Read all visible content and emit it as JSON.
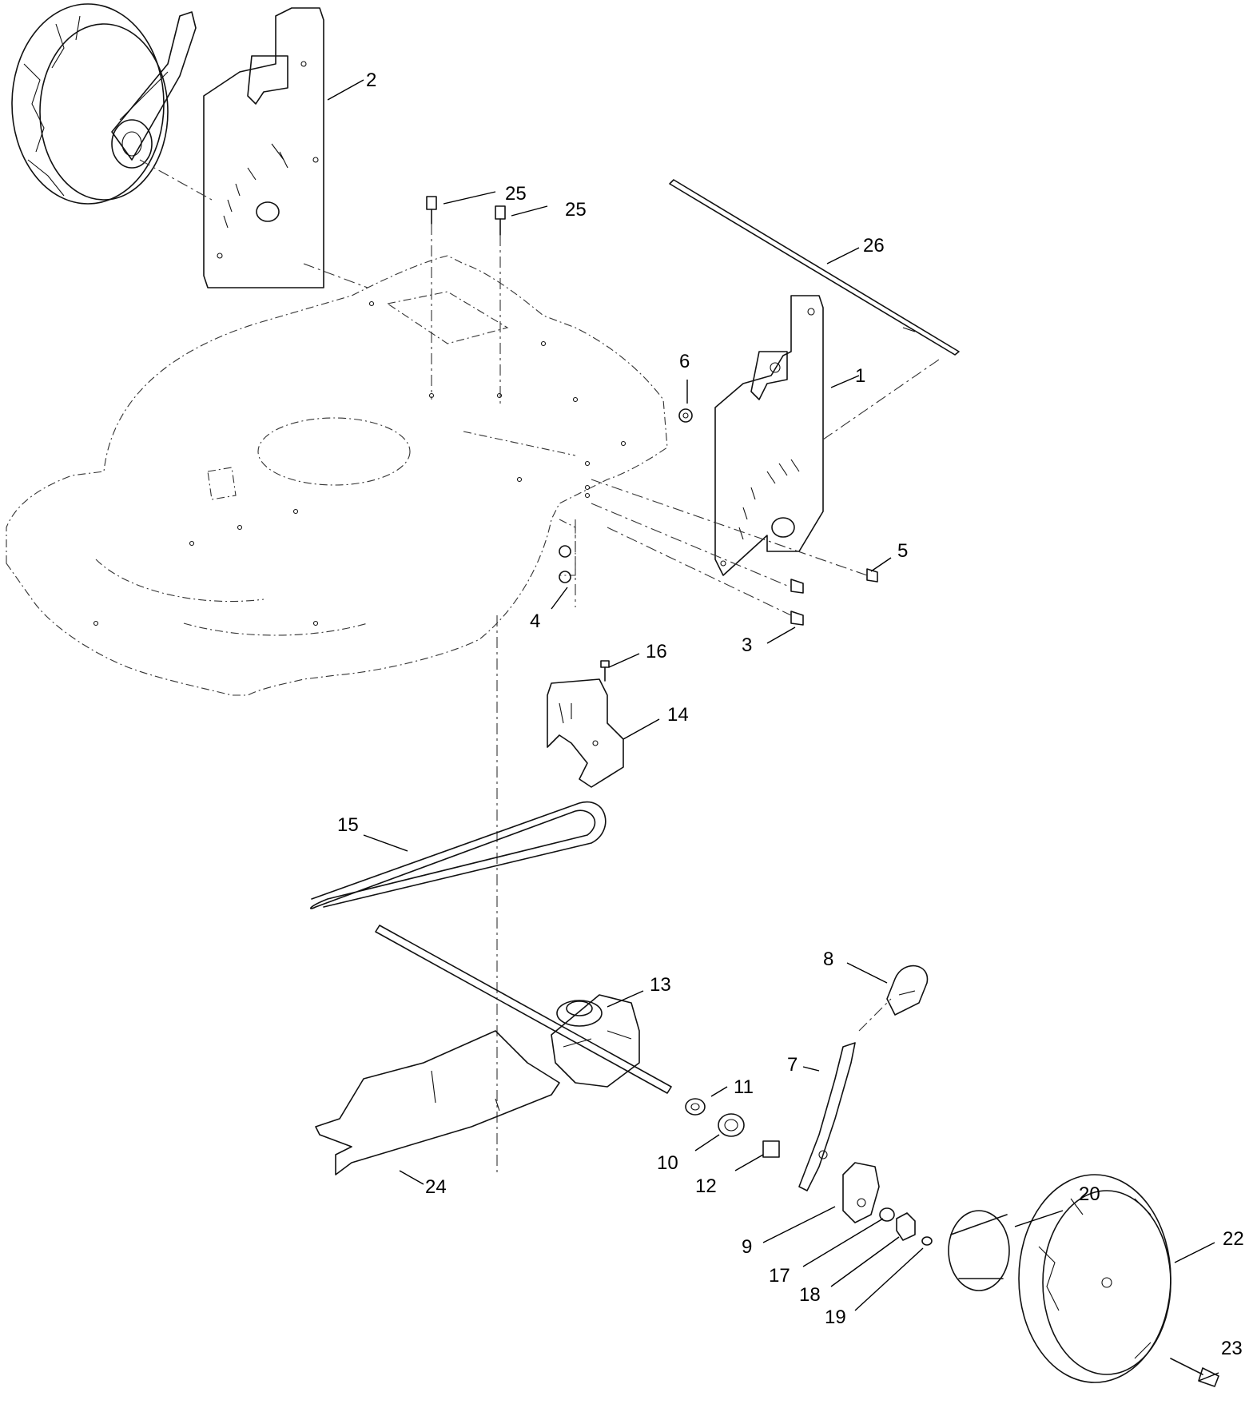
{
  "callouts": [
    {
      "id": "c1",
      "label": "1"
    },
    {
      "id": "c2",
      "label": "2"
    },
    {
      "id": "c3",
      "label": "3"
    },
    {
      "id": "c4",
      "label": "4"
    },
    {
      "id": "c5",
      "label": "5"
    },
    {
      "id": "c6",
      "label": "6"
    },
    {
      "id": "c7",
      "label": "7"
    },
    {
      "id": "c8",
      "label": "8"
    },
    {
      "id": "c9",
      "label": "9"
    },
    {
      "id": "c10",
      "label": "10"
    },
    {
      "id": "c11",
      "label": "11"
    },
    {
      "id": "c12",
      "label": "12"
    },
    {
      "id": "c13",
      "label": "13"
    },
    {
      "id": "c14",
      "label": "14"
    },
    {
      "id": "c15",
      "label": "15"
    },
    {
      "id": "c16",
      "label": "16"
    },
    {
      "id": "c17",
      "label": "17"
    },
    {
      "id": "c18",
      "label": "18"
    },
    {
      "id": "c19",
      "label": "19"
    },
    {
      "id": "c20",
      "label": "20"
    },
    {
      "id": "c21",
      "label": "22"
    },
    {
      "id": "c22",
      "label": "23"
    },
    {
      "id": "c23",
      "label": "24"
    },
    {
      "id": "c24",
      "label": "25"
    },
    {
      "id": "c25",
      "label": "25"
    },
    {
      "id": "c26",
      "label": "26"
    }
  ],
  "colors": {
    "line": "#111111",
    "background": "#ffffff",
    "fill_light": "#d6d6d6"
  }
}
